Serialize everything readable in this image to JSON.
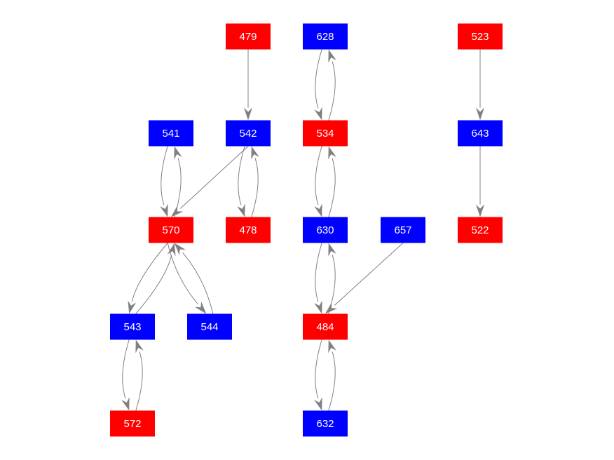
{
  "colors": {
    "red": "#ff0000",
    "blue": "#0000ff",
    "edge": "#808080",
    "text": "#ffffff"
  },
  "nodes": [
    {
      "id": "479",
      "label": "479",
      "color": "red"
    },
    {
      "id": "628",
      "label": "628",
      "color": "blue"
    },
    {
      "id": "523",
      "label": "523",
      "color": "red"
    },
    {
      "id": "541",
      "label": "541",
      "color": "blue"
    },
    {
      "id": "542",
      "label": "542",
      "color": "blue"
    },
    {
      "id": "534",
      "label": "534",
      "color": "red"
    },
    {
      "id": "643",
      "label": "643",
      "color": "blue"
    },
    {
      "id": "570",
      "label": "570",
      "color": "red"
    },
    {
      "id": "478",
      "label": "478",
      "color": "red"
    },
    {
      "id": "630",
      "label": "630",
      "color": "blue"
    },
    {
      "id": "657",
      "label": "657",
      "color": "blue"
    },
    {
      "id": "522",
      "label": "522",
      "color": "red"
    },
    {
      "id": "543",
      "label": "543",
      "color": "blue"
    },
    {
      "id": "544",
      "label": "544",
      "color": "blue"
    },
    {
      "id": "484",
      "label": "484",
      "color": "red"
    },
    {
      "id": "572",
      "label": "572",
      "color": "red"
    },
    {
      "id": "632",
      "label": "632",
      "color": "blue"
    }
  ],
  "edges": [
    [
      "479",
      "542"
    ],
    [
      "628",
      "534"
    ],
    [
      "534",
      "628"
    ],
    [
      "523",
      "643"
    ],
    [
      "643",
      "522"
    ],
    [
      "541",
      "570"
    ],
    [
      "570",
      "541"
    ],
    [
      "542",
      "570"
    ],
    [
      "542",
      "478"
    ],
    [
      "478",
      "542"
    ],
    [
      "534",
      "630"
    ],
    [
      "630",
      "534"
    ],
    [
      "570",
      "543"
    ],
    [
      "543",
      "570"
    ],
    [
      "570",
      "544"
    ],
    [
      "544",
      "570"
    ],
    [
      "630",
      "484"
    ],
    [
      "484",
      "630"
    ],
    [
      "657",
      "484"
    ],
    [
      "543",
      "572"
    ],
    [
      "572",
      "543"
    ],
    [
      "484",
      "632"
    ],
    [
      "632",
      "484"
    ]
  ]
}
